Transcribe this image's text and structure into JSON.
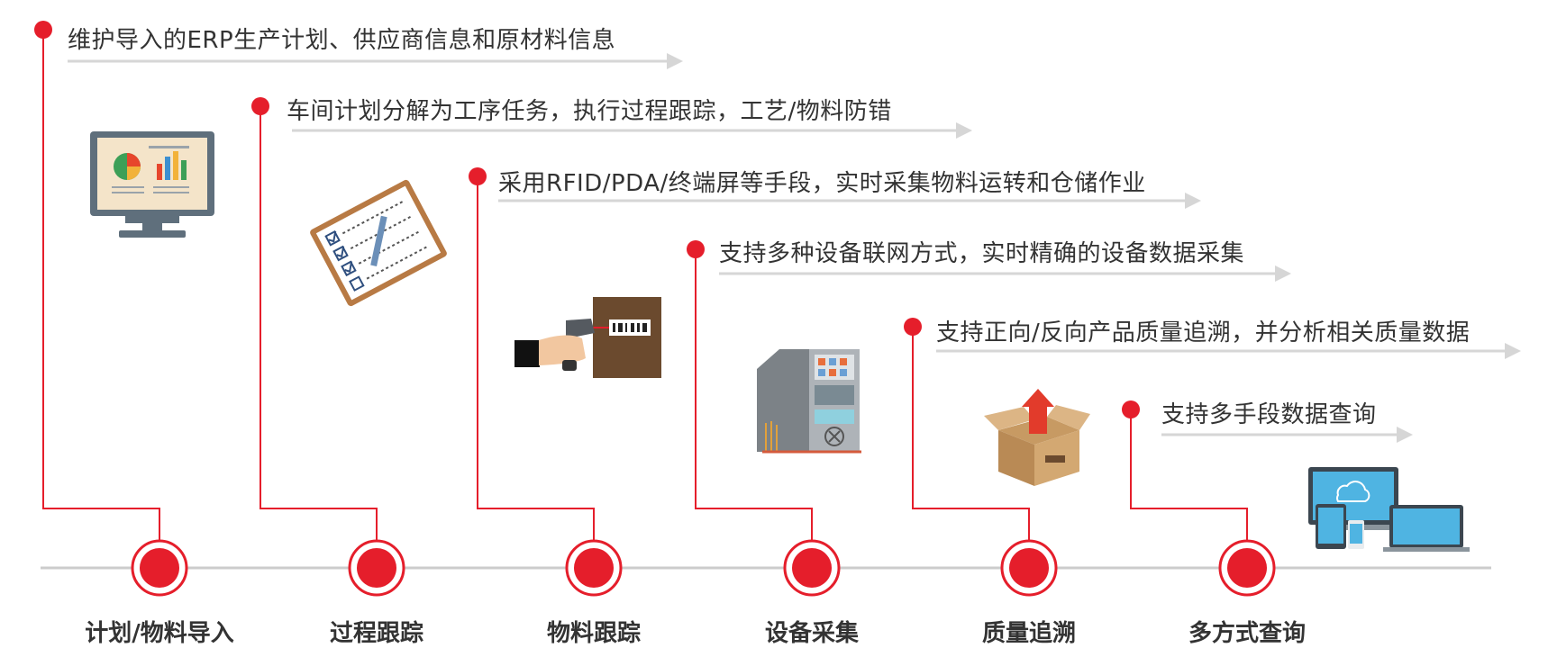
{
  "colors": {
    "accent": "#e51e2b",
    "arrow": "#d6d6d6",
    "baseline": "#cccccc",
    "text": "#333333"
  },
  "steps": [
    {
      "label": "计划/物料导入",
      "description": "维护导入的ERP生产计划、供应商信息和原材料信息",
      "icon": "monitor-chart-icon"
    },
    {
      "label": "过程跟踪",
      "description": "车间计划分解为工序任务，执行过程跟踪，工艺/物料防错",
      "icon": "clipboard-checklist-icon"
    },
    {
      "label": "物料跟踪",
      "description": "采用RFID/PDA/终端屏等手段，实时采集物料运转和仓储作业",
      "icon": "barcode-scanner-icon"
    },
    {
      "label": "设备采集",
      "description": "支持多种设备联网方式，实时精确的设备数据采集",
      "icon": "machine-control-panel-icon"
    },
    {
      "label": "质量追溯",
      "description": "支持正向/反向产品质量追溯，并分析相关质量数据",
      "icon": "box-upload-icon"
    },
    {
      "label": "多方式查询",
      "description": "支持多手段数据查询",
      "icon": "devices-cloud-icon"
    }
  ]
}
